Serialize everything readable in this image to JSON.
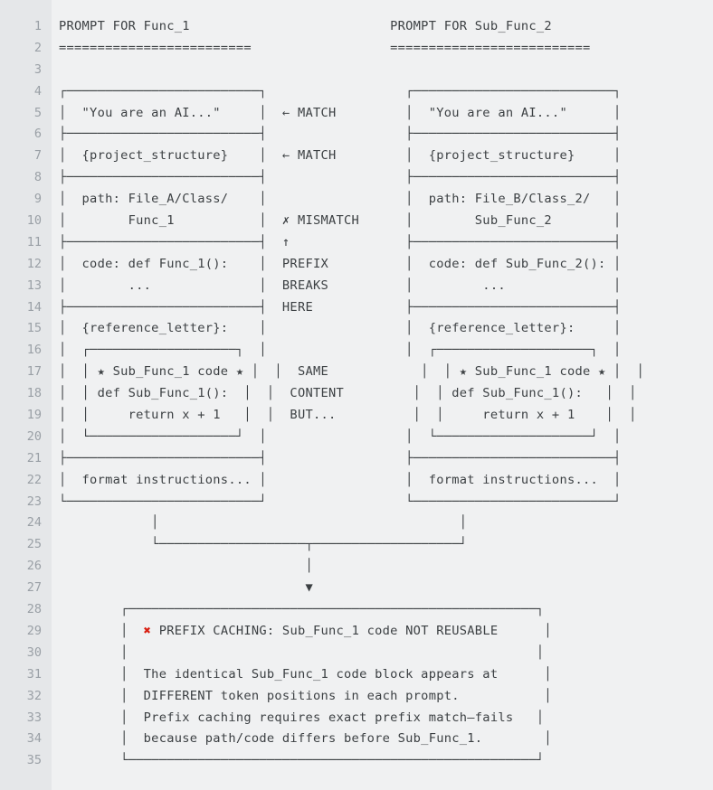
{
  "viewer": {
    "type": "code-block-viewer",
    "background_color": "#f0f1f2",
    "gutter_color": "#e5e7e9",
    "text_color": "#3c4043",
    "line_number_color": "#9aa0a6",
    "accent_error_color": "#d91f11",
    "total_lines": 35,
    "first_line_number": 1
  },
  "headings": {
    "left_title": "PROMPT FOR Func_1",
    "right_title": "PROMPT FOR Sub_Func_2",
    "underline": "========================="
  },
  "left_prompt": {
    "label": "PROMPT FOR Func_1",
    "blocks": [
      {
        "text": "\"You are an AI...\""
      },
      {
        "text": "{project_structure}"
      },
      {
        "text": "path: File_A/Class/"
      },
      {
        "text": "Func_1"
      },
      {
        "text": "code: def Func_1():"
      },
      {
        "text": "..."
      },
      {
        "text": "{reference_letter}:"
      },
      {
        "text": "* Sub_Func_1 code *"
      },
      {
        "text": "def Sub_Func_1():"
      },
      {
        "text": "return x + 1"
      },
      {
        "text": "format instructions..."
      }
    ]
  },
  "right_prompt": {
    "label": "PROMPT FOR Sub_Func_2",
    "blocks": [
      {
        "text": "\"You are an AI...\""
      },
      {
        "text": "{project_structure}"
      },
      {
        "text": "path: File_B/Class_2/"
      },
      {
        "text": "Sub_Func_2"
      },
      {
        "text": "code: def Sub_Func_2():"
      },
      {
        "text": "..."
      },
      {
        "text": "{reference_letter}:"
      },
      {
        "text": "* Sub_Func_1 code *"
      },
      {
        "text": "def Sub_Func_1():"
      },
      {
        "text": "return x + 1"
      },
      {
        "text": "format instructions..."
      }
    ]
  },
  "annotations": [
    {
      "line": 5,
      "glyph": "←",
      "label": "MATCH"
    },
    {
      "line": 7,
      "glyph": "←",
      "label": "MATCH"
    },
    {
      "line": 10,
      "glyph": "✗",
      "label": "MISMATCH"
    },
    {
      "line": 11,
      "glyph": "↑",
      "label": ""
    },
    {
      "line": 12,
      "glyph": "",
      "label": "PREFIX"
    },
    {
      "line": 13,
      "glyph": "",
      "label": "BREAKS"
    },
    {
      "line": 14,
      "glyph": "",
      "label": "HERE"
    },
    {
      "line": 17,
      "glyph": "",
      "label": "SAME"
    },
    {
      "line": 18,
      "glyph": "",
      "label": "CONTENT"
    },
    {
      "line": 19,
      "glyph": "",
      "label": "BUT..."
    }
  ],
  "conclusion": {
    "icon": "❌",
    "icon_name": "red-x-mark",
    "headline": "PREFIX CACHING: Sub_Func_1 code NOT REUSABLE",
    "body": [
      "The identical Sub_Func_1 code block appears at",
      "DIFFERENT token positions in each prompt.",
      "Prefix caching requires exact prefix match—fails",
      "because path/code differs before Sub_Func_1."
    ]
  },
  "lines": [
    {
      "n": 1,
      "text": "PROMPT FOR Func_1                          PROMPT FOR Sub_Func_2"
    },
    {
      "n": 2,
      "text": "=========================                  =========================="
    },
    {
      "n": 3,
      "text": ""
    },
    {
      "n": 4,
      "text": "┌─────────────────────────┐                  ┌──────────────────────────┐"
    },
    {
      "n": 5,
      "text": "│  \"You are an AI...\"     │  ← MATCH         │  \"You are an AI...\"      │"
    },
    {
      "n": 6,
      "text": "├─────────────────────────┤                  ├──────────────────────────┤"
    },
    {
      "n": 7,
      "text": "│  {project_structure}    │  ← MATCH         │  {project_structure}     │"
    },
    {
      "n": 8,
      "text": "├─────────────────────────┤                  ├──────────────────────────┤"
    },
    {
      "n": 9,
      "text": "│  path: File_A/Class/    │                  │  path: File_B/Class_2/   │"
    },
    {
      "n": 10,
      "text": "│        Func_1           │  ✗ MISMATCH      │        Sub_Func_2        │"
    },
    {
      "n": 11,
      "text": "├─────────────────────────┤  ↑               ├──────────────────────────┤"
    },
    {
      "n": 12,
      "text": "│  code: def Func_1():    │  PREFIX          │  code: def Sub_Func_2(): │"
    },
    {
      "n": 13,
      "text": "│        ...              │  BREAKS          │         ...              │"
    },
    {
      "n": 14,
      "text": "├─────────────────────────┤  HERE            ├──────────────────────────┤"
    },
    {
      "n": 15,
      "text": "│  {reference_letter}:    │                  │  {reference_letter}:     │"
    },
    {
      "n": 16,
      "text": "│  ┌───────────────────┐  │                  │  ┌────────────────────┐  │"
    },
    {
      "n": 17,
      "text": "│  │ ★ Sub_Func_1 code ★ │  │  SAME            │  │ ★ Sub_Func_1 code ★ │  │"
    },
    {
      "n": 18,
      "text": "│  │ def Sub_Func_1():  │  │  CONTENT         │  │ def Sub_Func_1():   │  │"
    },
    {
      "n": 19,
      "text": "│  │     return x + 1   │  │  BUT...          │  │     return x + 1    │  │"
    },
    {
      "n": 20,
      "text": "│  └───────────────────┘  │                  │  └────────────────────┘  │"
    },
    {
      "n": 21,
      "text": "├─────────────────────────┤                  ├──────────────────────────┤"
    },
    {
      "n": 22,
      "text": "│  format instructions... │                  │  format instructions...  │"
    },
    {
      "n": 23,
      "text": "└─────────────────────────┘                  └──────────────────────────┘"
    },
    {
      "n": 24,
      "text": "            │                                       │"
    },
    {
      "n": 25,
      "text": "            └───────────────────┬───────────────────┘"
    },
    {
      "n": 26,
      "text": "                                │"
    },
    {
      "n": 27,
      "text": "                                ▼"
    },
    {
      "n": 28,
      "text": "        ┌─────────────────────────────────────────────────────┐"
    },
    {
      "n": 29,
      "text": "        │  ❌ PREFIX CACHING: Sub_Func_1 code NOT REUSABLE      │"
    },
    {
      "n": 30,
      "text": "        │                                                     │"
    },
    {
      "n": 31,
      "text": "        │  The identical Sub_Func_1 code block appears at      │"
    },
    {
      "n": 32,
      "text": "        │  DIFFERENT token positions in each prompt.           │"
    },
    {
      "n": 33,
      "text": "        │  Prefix caching requires exact prefix match—fails   │"
    },
    {
      "n": 34,
      "text": "        │  because path/code differs before Sub_Func_1.        │"
    },
    {
      "n": 35,
      "text": "        └─────────────────────────────────────────────────────┘"
    }
  ]
}
